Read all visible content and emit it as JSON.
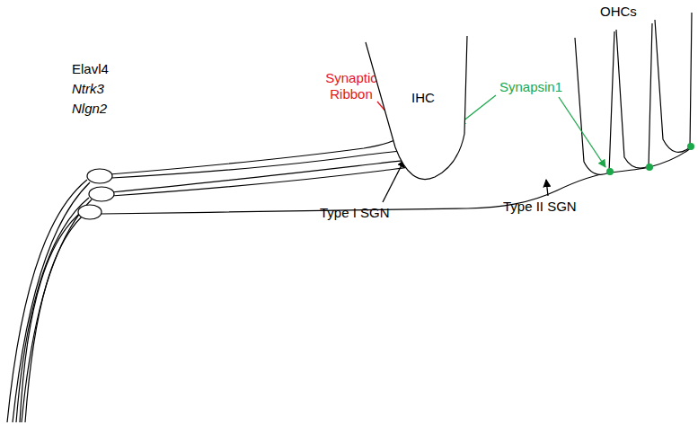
{
  "diagram": {
    "nodes": [
      {
        "text": [
          "IHC"
        ]
      }
    ],
    "labels": [
      "Elavl4",
      "Ntrk3",
      "Nlgn2",
      "Synaptic Ribbon",
      "Synapsin1",
      "OHCs",
      "Type I SGN",
      "Type II SGN"
    ]
  }
}
